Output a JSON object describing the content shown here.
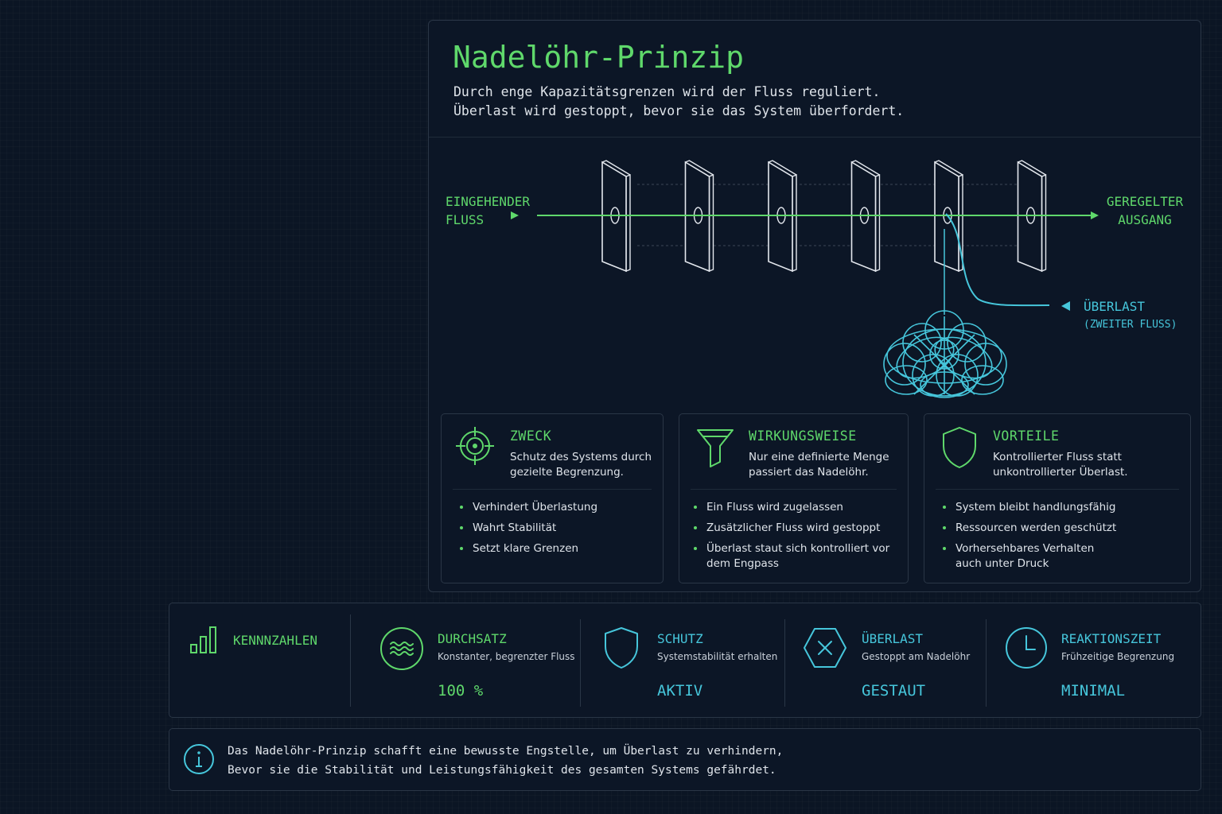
{
  "header": {
    "title": "Nadelöhr-Prinzip",
    "subtitle_line1": "Durch enge Kapazitätsgrenzen wird der Fluss reguliert.",
    "subtitle_line2": "Überlast wird gestoppt, bevor sie das System überfordert."
  },
  "diagram": {
    "input_label_line1": "EINGEHENDER",
    "input_label_line2": "FLUSS",
    "output_label_line1": "GEREGELTER",
    "output_label_line2": "AUSGANG",
    "overload_label": "ÜBERLAST",
    "overload_sub": "(ZWEITER FLUSS)",
    "gate_count": 6
  },
  "cards": [
    {
      "title": "ZWECK",
      "icon": "target-icon",
      "desc_line1": "Schutz des Systems durch",
      "desc_line2": "gezielte Begrenzung.",
      "items": [
        "Verhindert Überlastung",
        "Wahrt Stabilität",
        "Setzt klare Grenzen"
      ]
    },
    {
      "title": "WIRKUNGSWEISE",
      "icon": "funnel-icon",
      "desc_line1": "Nur eine definierte Menge",
      "desc_line2": "passiert das Nadelöhr.",
      "items": [
        "Ein Fluss wird zugelassen",
        "Zusätzlicher Fluss wird gestoppt",
        "Überlast staut sich kontrolliert vor dem Engpass"
      ]
    },
    {
      "title": "VORTEILE",
      "icon": "shield-icon",
      "desc_line1": "Kontrollierter Fluss statt",
      "desc_line2": "unkontrollierter Überlast.",
      "items": [
        "System bleibt handlungsfähig",
        "Ressourcen werden geschützt",
        "Vorhersehbares Verhalten auch unter Druck"
      ]
    }
  ],
  "metrics": {
    "heading": "KENNNZAHLEN",
    "items": [
      {
        "title": "DURCHSATZ",
        "desc": "Konstanter, begrenzter Fluss",
        "value": "100 %",
        "icon": "wave-icon"
      },
      {
        "title": "SCHUTZ",
        "desc": "Systemstabilität erhalten",
        "value": "AKTIV",
        "icon": "shield-icon"
      },
      {
        "title": "ÜBERLAST",
        "desc": "Gestoppt am Nadelöhr",
        "value": "GESTAUT",
        "icon": "hexagon-x-icon"
      },
      {
        "title": "REAKTIONSZEIT",
        "desc": "Frühzeitige Begrenzung",
        "value": "MINIMAL",
        "icon": "clock-icon"
      }
    ]
  },
  "info": {
    "line1": "Das Nadelöhr-Prinzip schafft eine bewusste Engstelle, um Überlast zu verhindern,",
    "line2": "Bevor sie die Stabilität und Leistungsfähigkeit des gesamten Systems gefährdet."
  },
  "colors": {
    "green": "#5fd86b",
    "cyan": "#46c6db",
    "text": "#dfe4ea",
    "border": "#2a3646",
    "background": "#0b1524"
  }
}
